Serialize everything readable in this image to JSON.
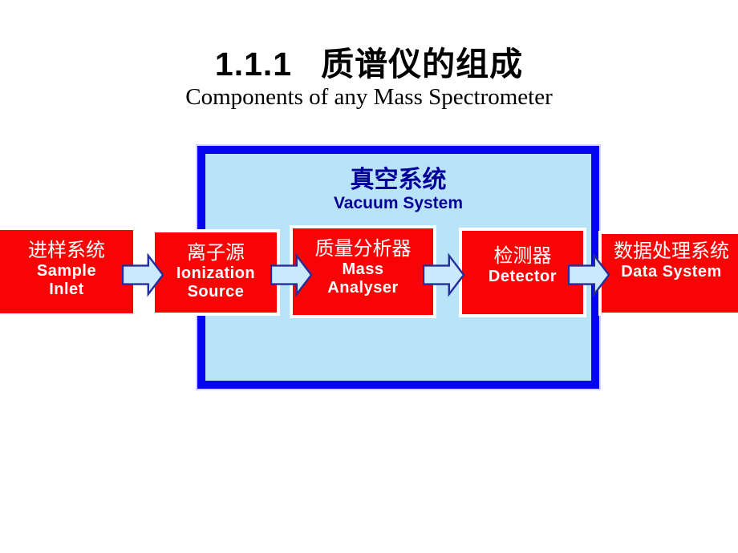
{
  "slide": {
    "title_number": "1.1.1",
    "title_cn": "质谱仪的组成",
    "title_en": "Components of any Mass Spectrometer"
  },
  "vacuum": {
    "label_cn": "真空系统",
    "label_en": "Vacuum System"
  },
  "flow": {
    "boxes": [
      {
        "id": "sample-inlet",
        "cn": "进样系统",
        "en": "Sample\nInlet"
      },
      {
        "id": "ionization-source",
        "cn": "离子源",
        "en": "Ionization\nSource"
      },
      {
        "id": "mass-analyser",
        "cn": "质量分析器",
        "en": "Mass\nAnalyser"
      },
      {
        "id": "detector",
        "cn": "检测器",
        "en": "Detector"
      },
      {
        "id": "data-system",
        "cn": "数据处理系统",
        "en": "Data System"
      }
    ]
  },
  "colors": {
    "red": "#f90404",
    "blue-border": "#0505ee",
    "vacuum-fill": "#b9e3f8",
    "navy": "#000099",
    "arrow-fill": "#cbe9fc",
    "arrow-stroke": "#232d9b"
  }
}
